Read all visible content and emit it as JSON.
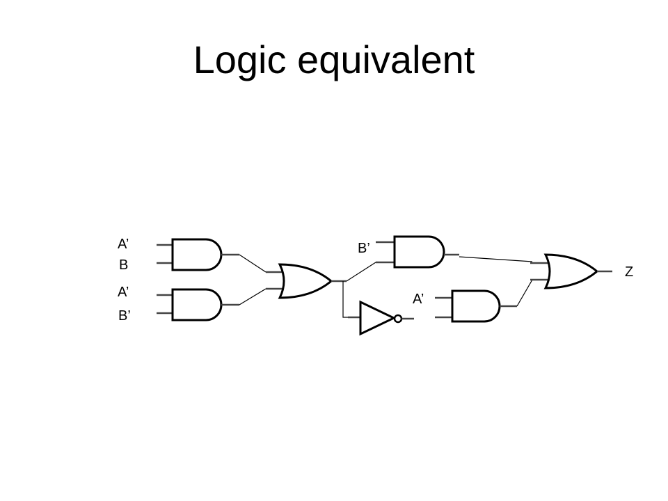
{
  "title": "Logic equivalent",
  "labels": {
    "in_a1": "A’",
    "in_b1": "B",
    "in_a2": "A’",
    "in_b2": "B’",
    "mid_b": "B’",
    "mid_a": "A’",
    "output": "Z"
  }
}
